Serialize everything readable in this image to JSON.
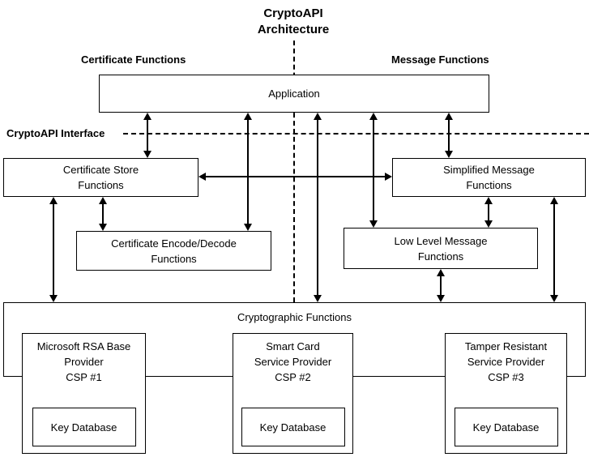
{
  "title": "CryptoAPI\nArchitecture",
  "section_labels": {
    "left": "Certificate Functions",
    "right": "Message Functions",
    "interface": "CryptoAPI Interface"
  },
  "boxes": {
    "application": {
      "label": "Application"
    },
    "certificate_store": {
      "label": "Certificate Store\nFunctions"
    },
    "simplified_message": {
      "label": "Simplified Message\nFunctions"
    },
    "certificate_encode_decode": {
      "label": "Certificate Encode/Decode\nFunctions"
    },
    "low_level_message": {
      "label": "Low Level Message\nFunctions"
    },
    "cryptographic": {
      "label": "Cryptographic Functions"
    },
    "csp1": {
      "label": "Microsoft RSA Base\nProvider\nCSP #1",
      "key_database": "Key Database"
    },
    "csp2": {
      "label": "Smart Card\nService Provider\nCSP #2",
      "key_database": "Key Database"
    },
    "csp3": {
      "label": "Tamper Resistant\nService Provider\nCSP #3",
      "key_database": "Key Database"
    }
  },
  "colors": {
    "line": "#000000",
    "background": "#ffffff",
    "text": "#000000"
  },
  "connections": [
    {
      "from": "Application",
      "to": "Certificate Store Functions",
      "type": "bidirectional"
    },
    {
      "from": "Application",
      "to": "Certificate Encode/Decode Functions",
      "type": "bidirectional"
    },
    {
      "from": "Application",
      "to": "Cryptographic Functions",
      "type": "bidirectional"
    },
    {
      "from": "Application",
      "to": "Low Level Message Functions",
      "type": "bidirectional"
    },
    {
      "from": "Application",
      "to": "Simplified Message Functions",
      "type": "bidirectional"
    },
    {
      "from": "Certificate Store Functions",
      "to": "Simplified Message Functions",
      "type": "bidirectional"
    },
    {
      "from": "Certificate Store Functions",
      "to": "Certificate Encode/Decode Functions",
      "type": "bidirectional"
    },
    {
      "from": "Certificate Store Functions",
      "to": "Cryptographic Functions",
      "type": "bidirectional"
    },
    {
      "from": "Simplified Message Functions",
      "to": "Low Level Message Functions",
      "type": "bidirectional"
    },
    {
      "from": "Simplified Message Functions",
      "to": "Cryptographic Functions",
      "type": "bidirectional"
    },
    {
      "from": "Low Level Message Functions",
      "to": "Cryptographic Functions",
      "type": "bidirectional"
    }
  ]
}
